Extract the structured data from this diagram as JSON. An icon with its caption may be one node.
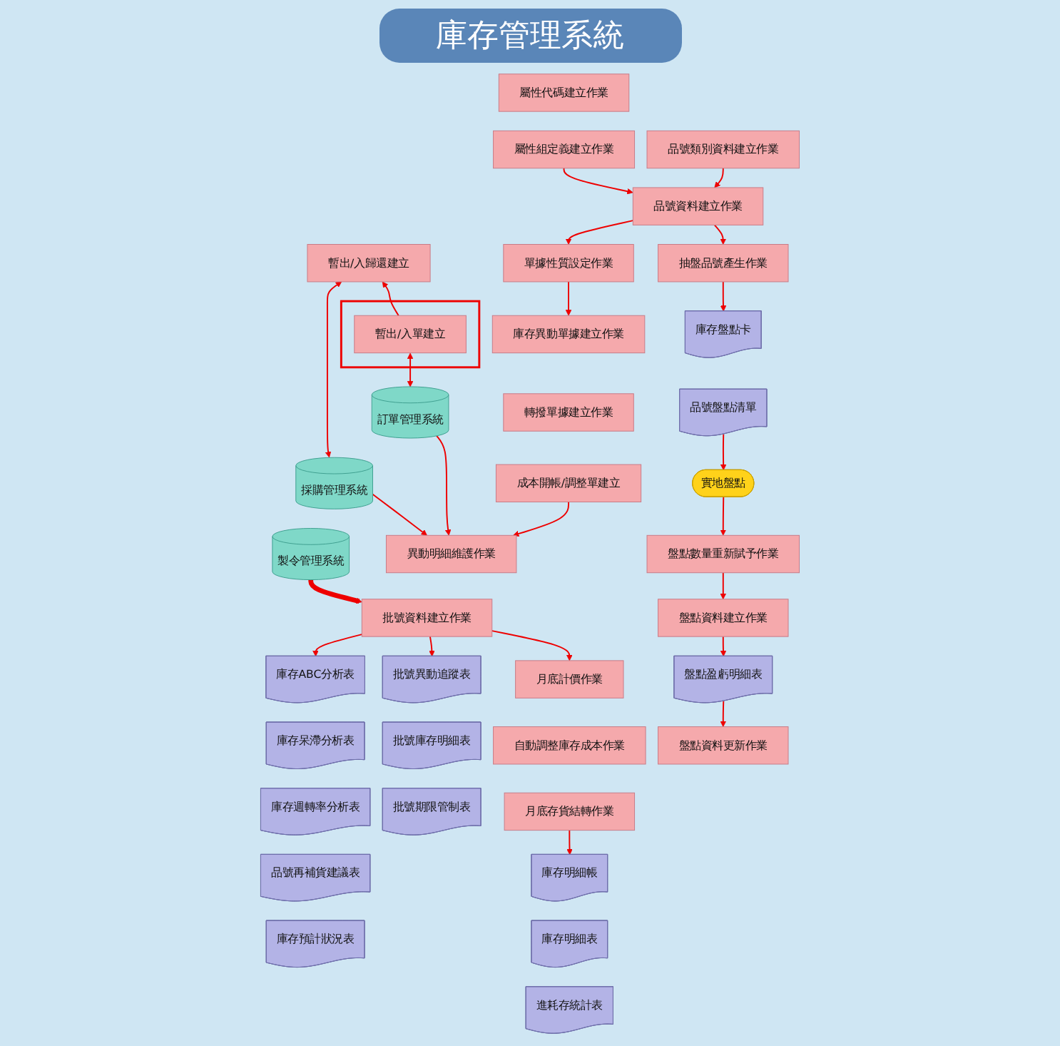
{
  "diagram": {
    "title": "庫存管理系統",
    "nodes": [
      {
        "text": [
          "屬性代碼建立作業"
        ]
      },
      {
        "text": [
          "屬性組定義建立作業"
        ]
      },
      {
        "text": [
          "品號類別資料建立作業"
        ]
      },
      {
        "text": [
          "品號資料建立作業"
        ]
      },
      {
        "text": [
          "暫出/入歸還建立"
        ]
      },
      {
        "text": [],
        "shape": "box"
      },
      {
        "text": [
          "暫出/入單建立"
        ],
        "in": 5
      },
      {
        "text": [
          "單據性質設定作業"
        ]
      },
      {
        "text": [
          "庫存異動單據建立作業"
        ]
      },
      {
        "text": [
          "轉撥單據建立作業"
        ]
      },
      {
        "text": [
          "成本開帳/調整單建立"
        ]
      },
      {
        "text": [
          "異動明細維護作業"
        ]
      },
      {
        "text": [
          "批號資料建立作業"
        ]
      },
      {
        "text": [
          "訂單管理系統"
        ]
      },
      {
        "text": [
          "採購管理系統"
        ]
      },
      {
        "text": [
          "製令管理系統"
        ]
      },
      {
        "text": [
          "抽盤品號產生作業"
        ]
      },
      {
        "text": [
          "庫存盤點卡"
        ]
      },
      {
        "text": [
          "品號盤點清單"
        ]
      },
      {
        "text": [
          "實地盤點"
        ]
      },
      {
        "text": [
          "盤點數量重新賦予作業"
        ]
      },
      {
        "text": [
          "盤點資料建立作業"
        ]
      },
      {
        "text": [
          "盤點盈虧明細表"
        ]
      },
      {
        "text": [
          "盤點資料更新作業"
        ]
      },
      {
        "text": [
          "月底計價作業"
        ]
      },
      {
        "text": [
          "自動調整庫存成本作業"
        ]
      },
      {
        "text": [
          "月底存貨結轉作業"
        ]
      },
      {
        "text": [
          "庫存明細帳"
        ]
      },
      {
        "text": [
          "庫存明細表"
        ]
      },
      {
        "text": [
          "進耗存統計表"
        ]
      },
      {
        "text": [
          "批號異動追蹤表"
        ]
      },
      {
        "text": [
          "批號庫存明細表"
        ]
      },
      {
        "text": [
          "批號期限管制表"
        ]
      },
      {
        "text": [
          "庫存ABC分析表"
        ]
      },
      {
        "text": [
          "庫存呆滯分析表"
        ]
      },
      {
        "text": [
          "庫存週轉率分析表"
        ]
      },
      {
        "text": [
          "品號再補貨建議表"
        ]
      },
      {
        "text": [
          "庫存預計狀況表"
        ]
      }
    ],
    "edges": [
      {
        "from": 1,
        "to": 3,
        "arrow": "to"
      },
      {
        "from": 2,
        "to": 3,
        "arrow": "to"
      },
      {
        "from": 3,
        "to": 16,
        "arrow": "to"
      },
      {
        "from": 3,
        "to": 7,
        "arrow": "to"
      },
      {
        "from": 6,
        "to": 4,
        "arrow": "to"
      },
      {
        "from": 6,
        "to": 13,
        "arrow": "both"
      },
      {
        "from": 14,
        "to": 4,
        "arrow": "both"
      },
      {
        "from": 7,
        "to": 8,
        "arrow": "to"
      },
      {
        "from": 10,
        "to": 11,
        "arrow": "to"
      },
      {
        "from": 13,
        "to": 11,
        "arrow": "to"
      },
      {
        "from": 14,
        "to": 11,
        "arrow": "to"
      },
      {
        "from": 15,
        "to": 12,
        "arrow": "to",
        "style": "thick"
      },
      {
        "from": 16,
        "to": 17,
        "arrow": "to"
      },
      {
        "from": 18,
        "to": 19,
        "arrow": "to"
      },
      {
        "from": 19,
        "to": 20,
        "arrow": "to"
      },
      {
        "from": 20,
        "to": 21,
        "arrow": "to"
      },
      {
        "from": 21,
        "to": 22,
        "arrow": "to"
      },
      {
        "from": 22,
        "to": 23,
        "arrow": "to"
      },
      {
        "from": 12,
        "to": 24,
        "arrow": "to"
      },
      {
        "from": 26,
        "to": 27,
        "arrow": "to"
      },
      {
        "from": 12,
        "to": 30,
        "arrow": "to"
      },
      {
        "from": 12,
        "to": 33,
        "arrow": "to"
      }
    ]
  }
}
